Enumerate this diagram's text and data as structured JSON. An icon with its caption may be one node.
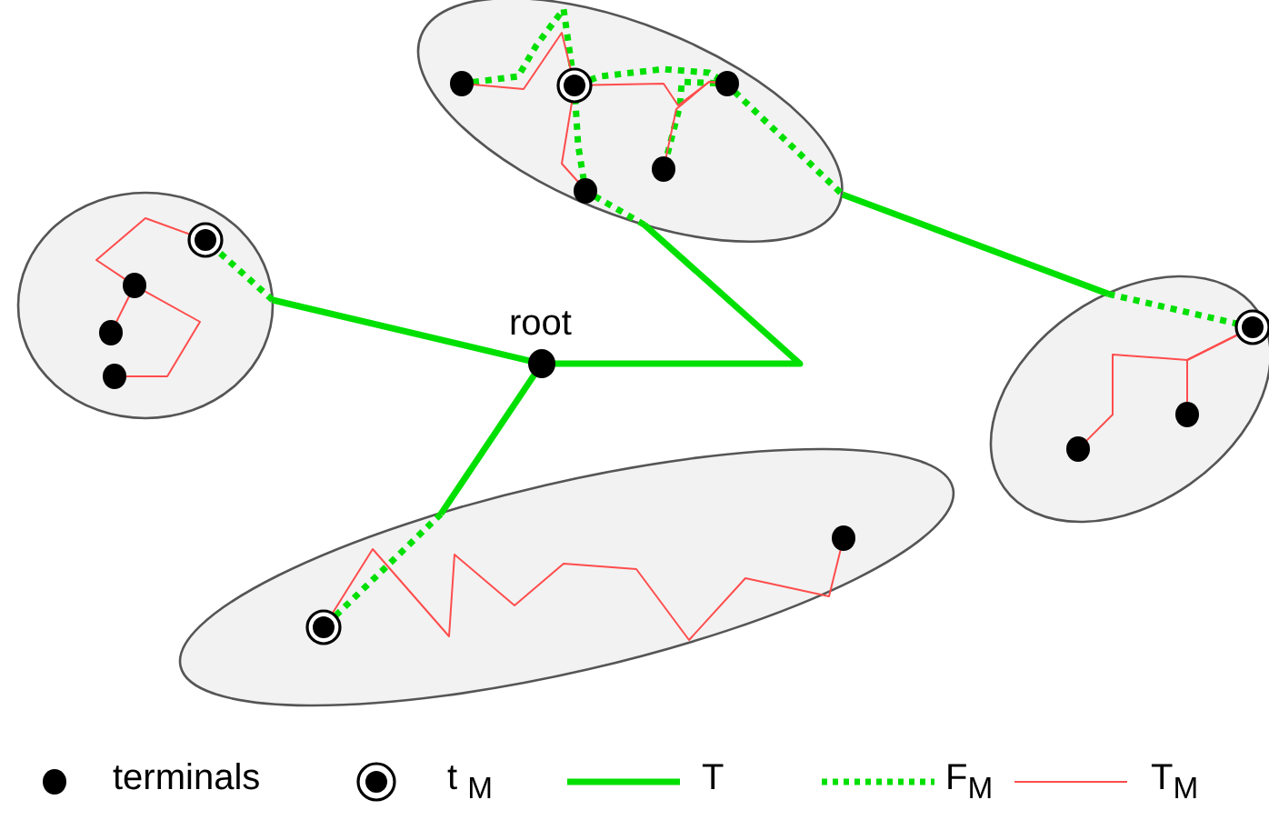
{
  "diagram": {
    "nodes": [
      {
        "text": [],
        "shape": "ellipse"
      },
      {
        "text": [],
        "shape": "ellipse"
      },
      {
        "text": [],
        "shape": "ellipse"
      },
      {
        "text": [],
        "shape": "ellipse"
      },
      {
        "text": [],
        "shape": "circle",
        "beside": [
          "root"
        ]
      },
      {
        "text": [],
        "shape": "bullseye",
        "in": 0
      },
      {
        "text": [],
        "shape": "circle",
        "in": 0
      },
      {
        "text": [],
        "shape": "circle",
        "in": 0
      },
      {
        "text": [],
        "shape": "circle",
        "in": 0
      },
      {
        "text": [],
        "shape": "circle",
        "in": 1
      },
      {
        "text": [],
        "shape": "bullseye",
        "in": 1
      },
      {
        "text": [],
        "shape": "circle",
        "in": 1
      },
      {
        "text": [],
        "shape": "circle",
        "in": 1
      },
      {
        "text": [],
        "shape": "circle",
        "in": 1
      },
      {
        "text": [],
        "shape": "bullseye",
        "in": 2
      },
      {
        "text": [],
        "shape": "circle",
        "in": 2
      },
      {
        "text": [],
        "shape": "circle",
        "in": 2
      },
      {
        "text": [],
        "shape": "bullseye",
        "in": 3
      },
      {
        "text": [],
        "shape": "circle",
        "in": 3
      }
    ],
    "edges": [
      {
        "from": 4,
        "to": 0,
        "arrow": "none"
      },
      {
        "from": 4,
        "to": 3,
        "arrow": "none"
      },
      {
        "from": 4,
        "to": 1,
        "arrow": "none"
      },
      {
        "from": 1,
        "to": 2,
        "arrow": "none"
      },
      {
        "from": 0,
        "to": 5,
        "arrow": "none",
        "style": "dashed"
      },
      {
        "from": 3,
        "to": 17,
        "arrow": "none",
        "style": "dashed"
      },
      {
        "from": 1,
        "to": 13,
        "arrow": "none",
        "style": "dashed"
      },
      {
        "from": 13,
        "to": 10,
        "arrow": "none",
        "style": "dashed"
      },
      {
        "from": 9,
        "to": 10,
        "arrow": "none",
        "style": "dashed"
      },
      {
        "from": 10,
        "to": 11,
        "arrow": "none",
        "style": "dashed"
      },
      {
        "from": 11,
        "to": 12,
        "arrow": "none",
        "style": "dashed"
      },
      {
        "from": 11,
        "to": 1,
        "arrow": "none",
        "style": "dashed"
      },
      {
        "from": 2,
        "to": 14,
        "arrow": "none",
        "style": "dashed"
      },
      {
        "from": 5,
        "to": 6,
        "arrow": "none",
        "color": "#ff4d4d"
      },
      {
        "from": 6,
        "to": 8,
        "arrow": "none",
        "color": "#ff4d4d"
      },
      {
        "from": 6,
        "to": 7,
        "arrow": "none",
        "color": "#ff4d4d"
      },
      {
        "from": 9,
        "to": 10,
        "arrow": "none",
        "color": "#ff4d4d"
      },
      {
        "from": 10,
        "to": 11,
        "arrow": "none",
        "color": "#ff4d4d"
      },
      {
        "from": 12,
        "to": 11,
        "arrow": "none",
        "color": "#ff4d4d"
      },
      {
        "from": 10,
        "to": 13,
        "arrow": "none",
        "color": "#ff4d4d"
      },
      {
        "from": 14,
        "to": 16,
        "arrow": "none",
        "color": "#ff4d4d"
      },
      {
        "from": 15,
        "to": 14,
        "arrow": "none",
        "color": "#ff4d4d"
      },
      {
        "from": 17,
        "to": 18,
        "arrow": "none",
        "color": "#ff4d4d"
      }
    ],
    "legend": [
      {
        "text": "terminals"
      },
      {
        "text": "t $_{M}$"
      },
      {
        "text": "T"
      },
      {
        "text": "F$_{M}$"
      },
      {
        "text": "T$_{M}$"
      }
    ]
  }
}
